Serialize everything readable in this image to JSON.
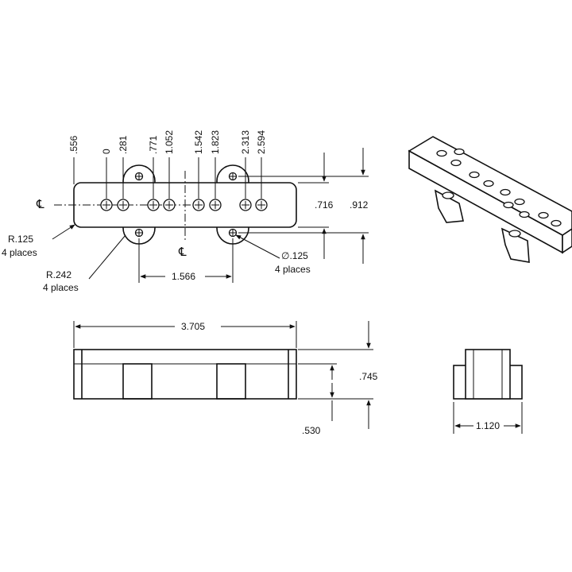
{
  "pole_dims": [
    ".556",
    "0",
    ".281",
    ".771",
    "1.052",
    "1.542",
    "1.823",
    "2.313",
    "2.594"
  ],
  "centerline_symbol": "℄",
  "height_716": ".716",
  "height_912": ".912",
  "r125": "R.125",
  "r125_note": "4 places",
  "r242": "R.242",
  "r242_note": "4 places",
  "hole_dia": "∅.125",
  "hole_note": "4 places",
  "ear_spacing": "1.566",
  "length": "3.705",
  "height_745": ".745",
  "height_530": ".530",
  "width": "1.120"
}
